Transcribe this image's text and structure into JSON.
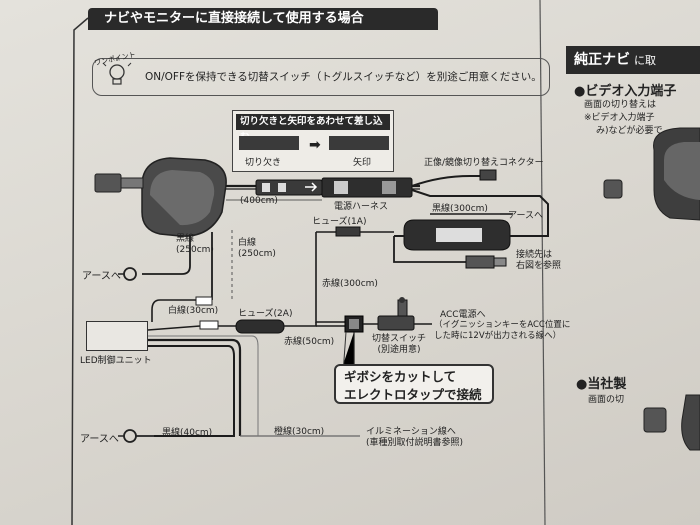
{
  "section": {
    "title": "ナビやモニターに直接接続して使用する場合"
  },
  "notice": {
    "badge": "ワンポイント",
    "text": "ON/OFFを保持できる切替スイッチ（トグルスイッチなど）を別途ご用意ください。"
  },
  "callout": {
    "title": "切り欠きと矢印をあわせて差し込む",
    "notch_label": "切り欠き",
    "arrow_label": "矢印"
  },
  "labels": {
    "connector": "正像/鏡像切り替えコネクター",
    "len400": "(400cm)",
    "power_harness": "電源ハーネス",
    "black300": "黒線(300cm)",
    "ground_right": "アースへ",
    "fuse1": "ヒューズ(1A)",
    "black250": "黒線\n(250cm)",
    "white250": "白線\n(250cm)",
    "ground_left": "アースへ",
    "connect_dest": "接続先は\n右図を参照",
    "red300": "赤線(300cm)",
    "white30": "白線(30cm)",
    "fuse2": "ヒューズ(2A)",
    "acc": "ACC電源へ",
    "acc_note": "（イグニッションキーをACC位置に\nした時に12Vが出力される線へ）",
    "switch": "切替スイッチ\n(別途用意)",
    "red50": "赤線(50cm)",
    "led_unit": "LED制御ユニット",
    "tap": "ギボシをカットして\nエレクトロタップで接続",
    "ground_bottom": "アースへ",
    "black40": "黒線(40cm)",
    "orange30": "橙線(30cm)",
    "illumination": "イルミネーション線へ\n(車種別取付説明書参照)"
  },
  "right": {
    "title": "純正ナビ",
    "sub_title": "に取",
    "b1": "●ビデオ入力端子",
    "b1_l1": "画面の切り替えは",
    "b1_l2": "※ビデオ入力端子",
    "b1_l3": "み)などが必要で",
    "b2": "●当社製",
    "b2_l1": "画面の切"
  },
  "colors": {
    "banner": "#2a2a2a",
    "paper": "#e4e2dc",
    "wire": "#1c1c1c"
  }
}
